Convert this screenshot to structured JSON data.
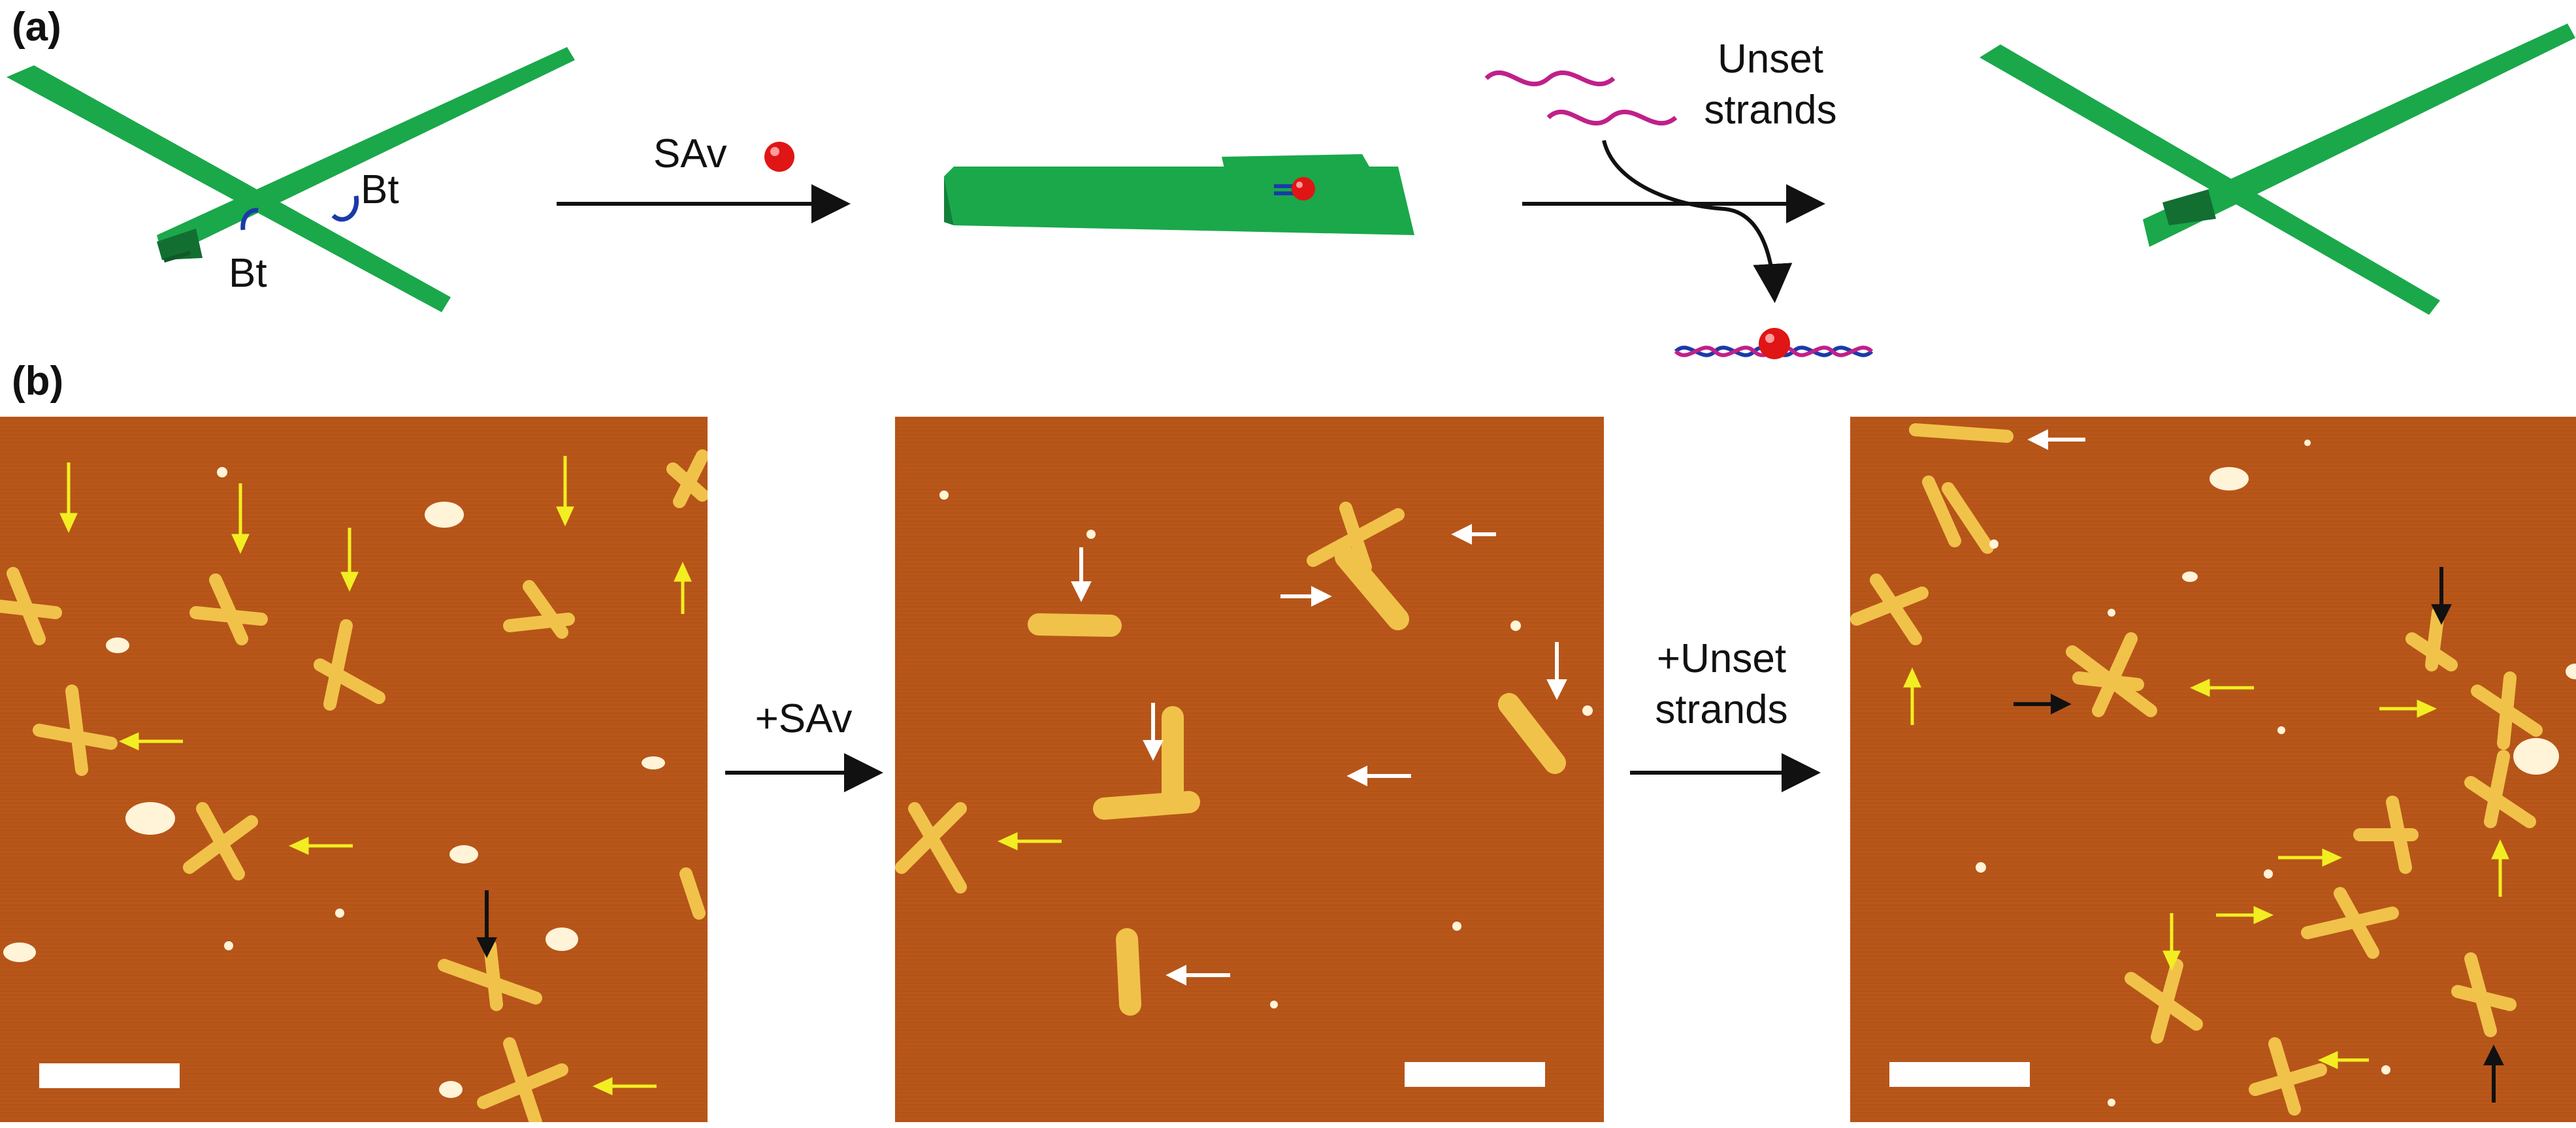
{
  "figure": {
    "panel_a_label": "(a)",
    "panel_b_label": "(b)",
    "scheme": {
      "bt_label_right": "Bt",
      "bt_label_left": "Bt",
      "sav_label": "SAv",
      "unset_line1": "Unset",
      "unset_line2": "strands"
    },
    "afm": {
      "arrow1_label": "+SAv",
      "arrow2_line1": "+Unset",
      "arrow2_line2": "strands"
    },
    "colors": {
      "origami_green": "#1aa84a",
      "afm_background": "#b8561a",
      "afm_feature": "#f1c24a",
      "arrow_yellow": "#f2ee22",
      "arrow_white": "#ffffff",
      "arrow_black": "#111111",
      "sav_red": "#e01515",
      "strand_magenta": "#c0208a",
      "biotin_blue": "#1b3aa8"
    }
  }
}
